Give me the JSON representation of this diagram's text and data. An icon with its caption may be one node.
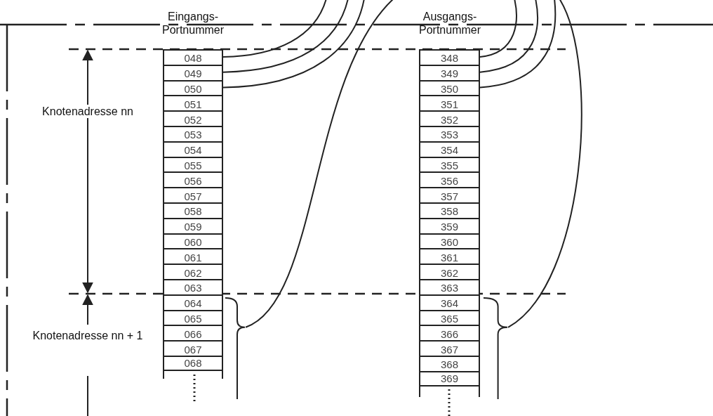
{
  "diagram": {
    "nodes": [
      {
        "text": [
          "048"
        ]
      },
      {
        "text": [
          "049"
        ]
      },
      {
        "text": [
          "050"
        ]
      },
      {
        "text": [
          "051"
        ]
      },
      {
        "text": [
          "052"
        ]
      },
      {
        "text": [
          "053"
        ]
      },
      {
        "text": [
          "054"
        ]
      },
      {
        "text": [
          "055"
        ]
      },
      {
        "text": [
          "056"
        ]
      },
      {
        "text": [
          "057"
        ]
      },
      {
        "text": [
          "058"
        ]
      },
      {
        "text": [
          "059"
        ]
      },
      {
        "text": [
          "060"
        ]
      },
      {
        "text": [
          "061"
        ]
      },
      {
        "text": [
          "062"
        ]
      },
      {
        "text": [
          "063"
        ]
      },
      {
        "text": [
          "064"
        ]
      },
      {
        "text": [
          "065"
        ]
      },
      {
        "text": [
          "066"
        ]
      },
      {
        "text": [
          "067"
        ]
      },
      {
        "text": [
          "068"
        ]
      },
      {
        "text": [
          "348"
        ]
      },
      {
        "text": [
          "349"
        ]
      },
      {
        "text": [
          "350"
        ]
      },
      {
        "text": [
          "351"
        ]
      },
      {
        "text": [
          "352"
        ]
      },
      {
        "text": [
          "353"
        ]
      },
      {
        "text": [
          "354"
        ]
      },
      {
        "text": [
          "355"
        ]
      },
      {
        "text": [
          "356"
        ]
      },
      {
        "text": [
          "357"
        ]
      },
      {
        "text": [
          "358"
        ]
      },
      {
        "text": [
          "359"
        ]
      },
      {
        "text": [
          "360"
        ]
      },
      {
        "text": [
          "361"
        ]
      },
      {
        "text": [
          "362"
        ]
      },
      {
        "text": [
          "363"
        ]
      },
      {
        "text": [
          "364"
        ]
      },
      {
        "text": [
          "365"
        ]
      },
      {
        "text": [
          "366"
        ]
      },
      {
        "text": [
          "367"
        ]
      },
      {
        "text": [
          "368"
        ]
      },
      {
        "text": [
          "369"
        ]
      },
      {
        "text": [],
        "shape": "brace"
      },
      {
        "text": [],
        "shape": "brace"
      }
    ],
    "edges": [
      {
        "from": 0,
        "to": null,
        "arrow": "none"
      },
      {
        "from": 1,
        "to": null,
        "arrow": "none"
      },
      {
        "from": 2,
        "to": null,
        "arrow": "none"
      },
      {
        "from": 21,
        "to": null,
        "arrow": "none"
      },
      {
        "from": 22,
        "to": null,
        "arrow": "none"
      },
      {
        "from": 23,
        "to": null,
        "arrow": "none"
      },
      {
        "from": 43,
        "to": null,
        "arrow": "none"
      },
      {
        "from": 44,
        "to": null,
        "arrow": "none"
      }
    ],
    "labels": [
      "Eingangs- Portnummer",
      "Ausgangs- Portnummer",
      "Knotenadresse nn",
      "Knotenadresse nn + 1"
    ]
  }
}
